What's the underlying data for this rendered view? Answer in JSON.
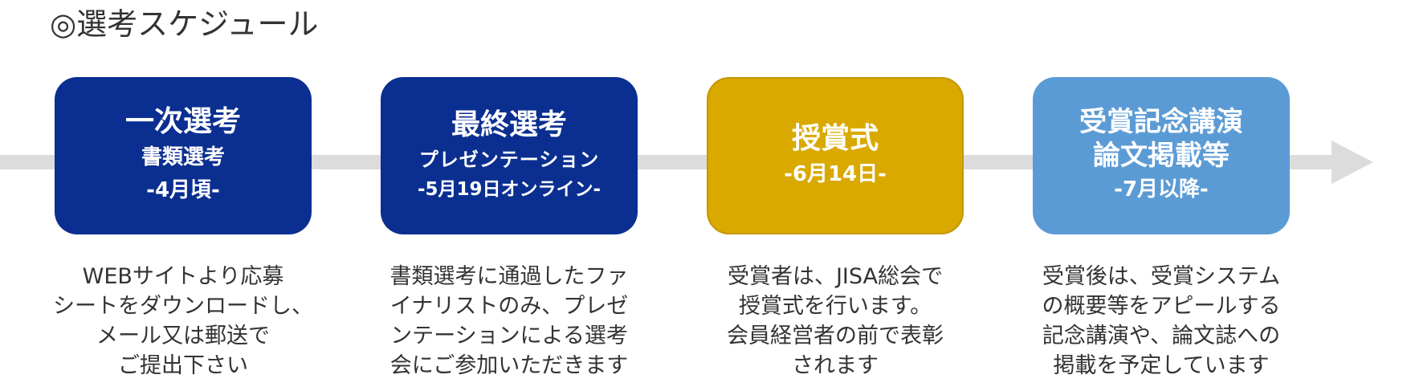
{
  "page": {
    "title": "◎選考スケジュール"
  },
  "colors": {
    "dark_blue": "#0b2f91",
    "gold": "#d9a900",
    "light_blue": "#5b9bd5",
    "timeline_gray": "#dcdcdc",
    "text": "#333333"
  },
  "stages": [
    {
      "title": "一次選考",
      "subtitle": "書類選考",
      "date": "-4月頃-",
      "color": "#0b2f91",
      "description": [
        "WEBサイトより応募",
        "シートをダウンロードし、",
        "メール又は郵送で",
        "ご提出下さい"
      ]
    },
    {
      "title": "最終選考",
      "subtitle": "プレゼンテーション",
      "date": "-5月19日オンライン-",
      "color": "#0b2f91",
      "description": [
        "書類選考に通過したファ",
        "イナリストのみ、プレゼ",
        "ンテーションによる選考",
        "会にご参加いただきます"
      ]
    },
    {
      "title": "授賞式",
      "date": "-6月14日-",
      "color": "#d9a900",
      "description": [
        "受賞者は、JISA総会で",
        "授賞式を行います。",
        "会員経営者の前で表彰",
        "されます"
      ]
    },
    {
      "title_lines": [
        "受賞記念講演",
        "論文掲載等"
      ],
      "date": "-7月以降-",
      "color": "#5b9bd5",
      "description": [
        "受賞後は、受賞システム",
        "の概要等をアピールする",
        "記念講演や、論文誌への",
        "掲載を予定しています"
      ]
    }
  ]
}
